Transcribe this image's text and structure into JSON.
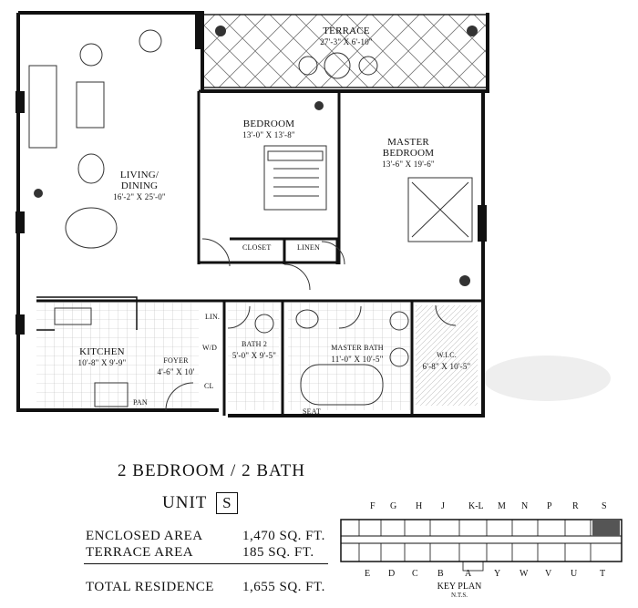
{
  "rooms": {
    "terrace": {
      "name": "TERRACE",
      "dims": "27'-3\" X 6'-10\""
    },
    "living": {
      "name": "LIVING/ DINING",
      "dims": "16'-2\" X 25'-0\""
    },
    "bedroom": {
      "name": "BEDROOM",
      "dims": "13'-0\" X 13'-8\""
    },
    "master": {
      "name": "MASTER BEDROOM",
      "dims": "13'-6\" X 19'-6\""
    },
    "kitchen": {
      "name": "KITCHEN",
      "dims": "10'-8\" X 9'-9\""
    },
    "foyer": {
      "name": "FOYER",
      "dims": "4'-6\" X 10'"
    },
    "bath2": {
      "name": "BATH 2",
      "dims": "5'-0\" X 9'-5\""
    },
    "masterbath": {
      "name": "MASTER BATH",
      "dims": "11'-0\" X 10'-5\""
    },
    "wic": {
      "name": "W.I.C.",
      "dims": "6'-8\" X 10'-5\""
    },
    "closet": "CLOSET",
    "linen": "LINEN",
    "lin": "LIN.",
    "wd": "W/D",
    "cl": "CL",
    "pan": "PAN",
    "seat": "SEAT"
  },
  "summary": {
    "title": "2 BEDROOM / 2 BATH",
    "unit_label": "UNIT",
    "unit_value": "S",
    "enclosed_label": "ENCLOSED AREA",
    "enclosed_value": "1,470  SQ. FT.",
    "terrace_label": "TERRACE AREA",
    "terrace_value": "185  SQ. FT.",
    "total_label": "TOTAL RESIDENCE",
    "total_value": "1,655  SQ. FT."
  },
  "keyplan": {
    "caption": "KEY PLAN",
    "nts": "N.T.S.",
    "top_letters": [
      "F",
      "G",
      "H",
      "J",
      "K-L",
      "M",
      "N",
      "P",
      "R",
      "S"
    ],
    "bottom_letters": [
      "E",
      "D",
      "C",
      "B",
      "A",
      "Y",
      "W",
      "V",
      "U",
      "T"
    ],
    "highlighted": "S"
  }
}
